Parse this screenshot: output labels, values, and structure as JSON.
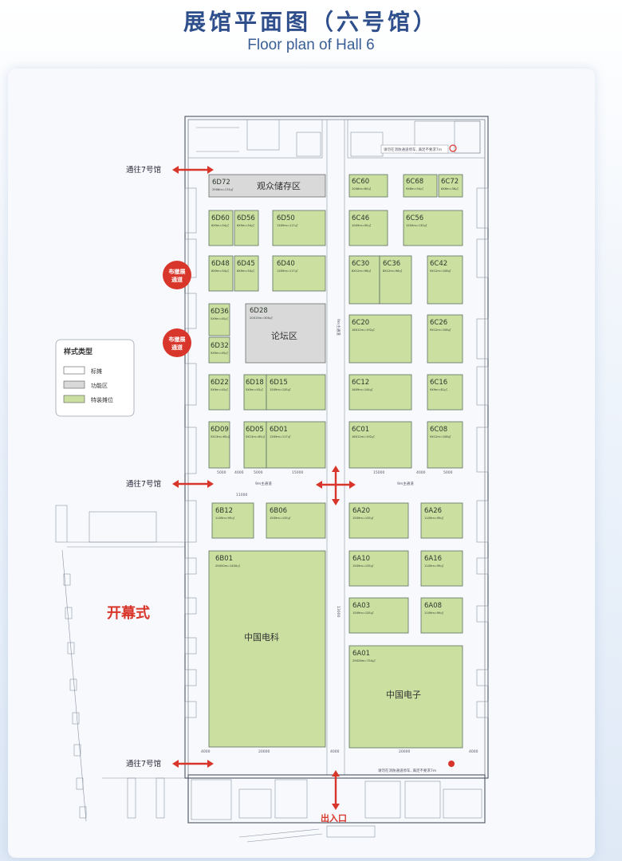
{
  "header": {
    "title_cn": "展馆平面图（六号馆）",
    "title_en": "Floor plan of Hall 6"
  },
  "legend": {
    "title": "样式类型",
    "items": [
      {
        "label": "标摊",
        "color": "#ffffff"
      },
      {
        "label": "功能区",
        "color": "#d9d9d9"
      },
      {
        "label": "特装摊位",
        "color": "#cadfa0"
      }
    ]
  },
  "labels": {
    "to_hall7": "通往7号馆",
    "setup_channel_1": "布撤展",
    "setup_channel_2": "通道",
    "opening": "开幕式",
    "entrance": "出入口",
    "main_aisle": "9m主通道",
    "main_aisle_2": "9m主通道",
    "notice_top": "请勿在消防通道停车, 满足不要求7m",
    "notice_bottom": "请勿在消防通道停车, 满足不要求7m"
  },
  "areas": [
    {
      "id": "storage",
      "name": "观众储存区"
    },
    {
      "id": "forum",
      "name": "论坛区"
    },
    {
      "id": "cetc",
      "name": "中国电科"
    },
    {
      "id": "cec",
      "name": "中国电子"
    }
  ],
  "booths": [
    {
      "id": "6D72",
      "size": "29X6m=174㎡",
      "kind": "func"
    },
    {
      "id": "6D60",
      "size": "6X9m=54㎡"
    },
    {
      "id": "6D56",
      "size": "6X9m=54㎡"
    },
    {
      "id": "6D50",
      "size": "13X9m=117㎡"
    },
    {
      "id": "6D48",
      "size": "6X9m=54㎡"
    },
    {
      "id": "6D45",
      "size": "6X9m=54㎡"
    },
    {
      "id": "6D40",
      "size": "13X9m=117㎡"
    },
    {
      "id": "6D36",
      "size": "5X9m=45㎡"
    },
    {
      "id": "6D28",
      "size": "20X15m=300㎡",
      "kind": "func"
    },
    {
      "id": "6D32",
      "size": "5X9m=45㎡"
    },
    {
      "id": "6D22",
      "size": "5X9m=45㎡"
    },
    {
      "id": "6D18",
      "size": "5X9m=45㎡"
    },
    {
      "id": "6D15",
      "size": "15X9m=135㎡"
    },
    {
      "id": "6D09",
      "size": "5X13m=65㎡"
    },
    {
      "id": "6D05",
      "size": "5X13m=65㎡"
    },
    {
      "id": "6D01",
      "size": "13X9m=117㎡"
    },
    {
      "id": "6C60",
      "size": "10X6m=60㎡"
    },
    {
      "id": "6C68",
      "size": "9X6m=54㎡"
    },
    {
      "id": "6C72",
      "size": "6X6m=36㎡"
    },
    {
      "id": "6C46",
      "size": "10X9m=90㎡"
    },
    {
      "id": "6C56",
      "size": "15X9m=135㎡"
    },
    {
      "id": "6C30",
      "size": "8X12m=96㎡"
    },
    {
      "id": "6C36",
      "size": "8X12m=96㎡"
    },
    {
      "id": "6C42",
      "size": "9X12m=108㎡"
    },
    {
      "id": "6C20",
      "size": "16X12m=192㎡"
    },
    {
      "id": "6C26",
      "size": "9X12m=108㎡"
    },
    {
      "id": "6C12",
      "size": "16X9m=144㎡"
    },
    {
      "id": "6C16",
      "size": "9X9m=81㎡"
    },
    {
      "id": "6C01",
      "size": "16X12m=192㎡"
    },
    {
      "id": "6C08",
      "size": "9X12m=108㎡"
    },
    {
      "id": "6B12",
      "size": "11X9m=99㎡"
    },
    {
      "id": "6B06",
      "size": "15X9m=135㎡"
    },
    {
      "id": "6B01",
      "size": "29X50m=1450㎡"
    },
    {
      "id": "6A20",
      "size": "15X9m=135㎡"
    },
    {
      "id": "6A26",
      "size": "11X9m=99㎡"
    },
    {
      "id": "6A10",
      "size": "15X9m=135㎡"
    },
    {
      "id": "6A16",
      "size": "11X9m=99㎡"
    },
    {
      "id": "6A03",
      "size": "15X9m=135㎡"
    },
    {
      "id": "6A08",
      "size": "11X9m=99㎡"
    },
    {
      "id": "6A01",
      "size": "29X26m=754㎡"
    }
  ],
  "dimensions": {
    "row_top": [
      "5000",
      "4000",
      "5000",
      "15000",
      "15000",
      "4000",
      "5000"
    ],
    "row_bottom": [
      "4000",
      "20000",
      "4000",
      "20000",
      "4000"
    ],
    "aisle_v": "9m主通道",
    "aisle_v_2": "13000",
    "aisle_h": "11000"
  }
}
